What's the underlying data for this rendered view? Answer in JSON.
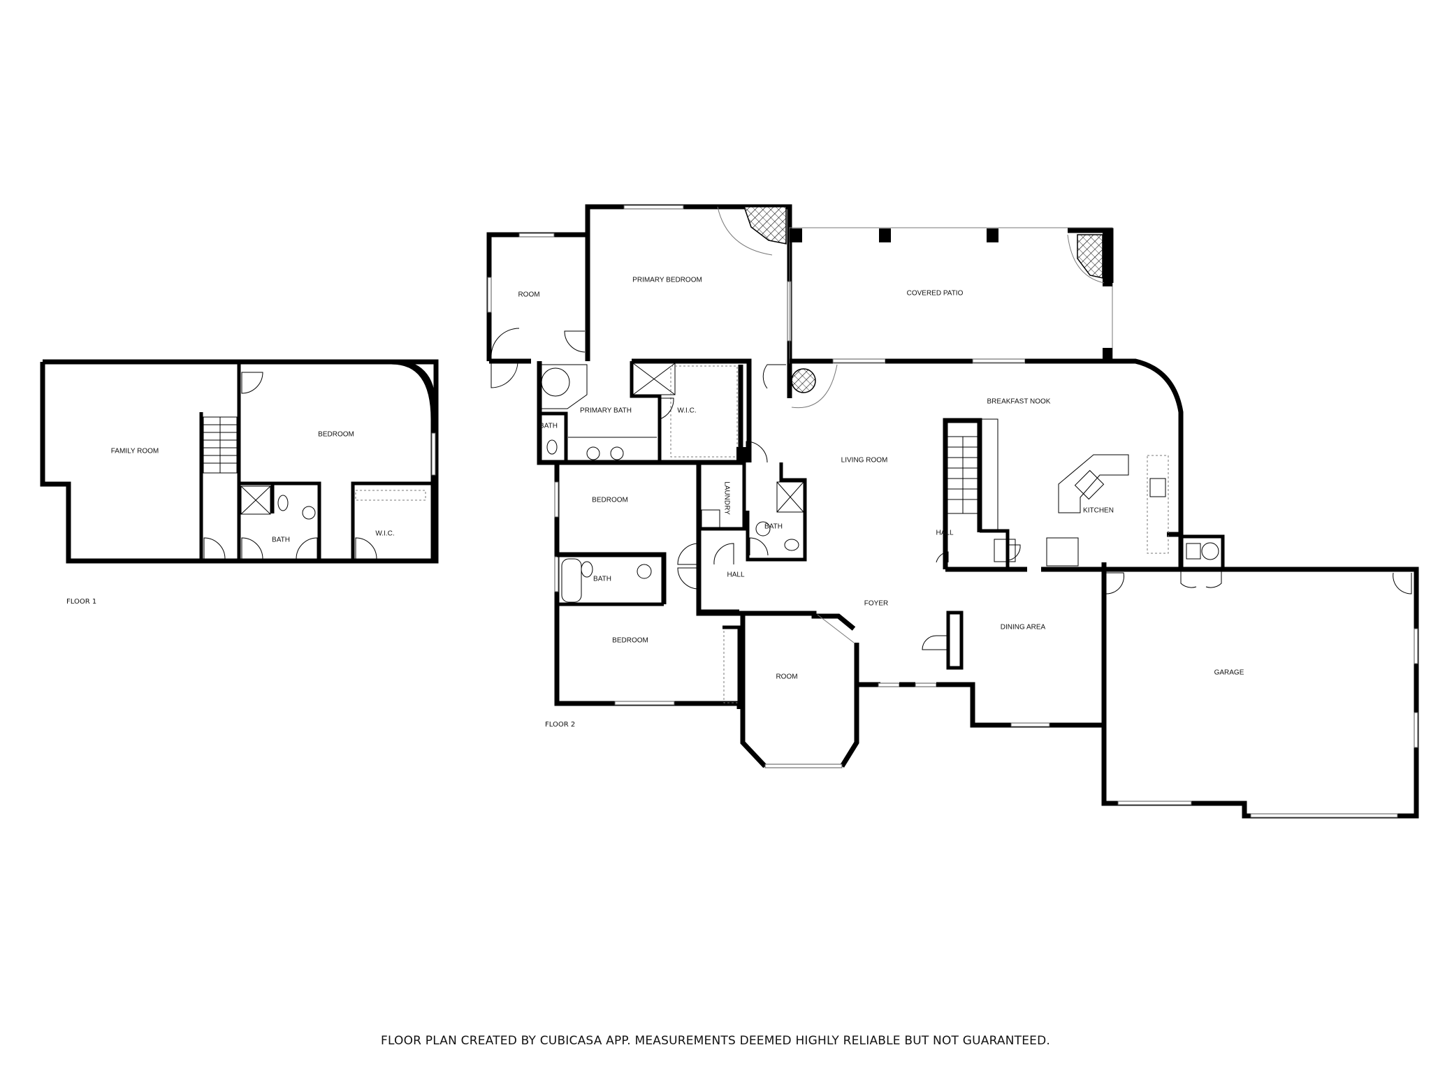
{
  "floors": [
    {
      "label": "FLOOR 1",
      "rooms": {
        "family_room": "FAMILY ROOM",
        "bedroom": "BEDROOM",
        "bath": "BATH",
        "wic": "W.I.C."
      }
    },
    {
      "label": "FLOOR 2",
      "rooms": {
        "room_nw": "ROOM",
        "primary_bedroom": "PRIMARY BEDROOM",
        "covered_patio": "COVERED PATIO",
        "primary_bath": "PRIMARY BATH",
        "bath_small": "BATH",
        "wic": "W.I.C.",
        "living_room": "LIVING ROOM",
        "breakfast_nook": "BREAKFAST NOOK",
        "bedroom_1": "BEDROOM",
        "laundry": "LAUNDRY",
        "bath_hall": "BATH",
        "kitchen": "KITCHEN",
        "hall_stair": "HALL",
        "bath_2": "BATH",
        "hall": "HALL",
        "foyer": "FOYER",
        "dining_area": "DINING AREA",
        "garage": "GARAGE",
        "bedroom_2": "BEDROOM",
        "room_bay": "ROOM"
      }
    }
  ],
  "footer": {
    "disclaimer": "FLOOR PLAN CREATED BY CUBICASA APP. MEASUREMENTS DEEMED HIGHLY RELIABLE BUT NOT GUARANTEED."
  }
}
